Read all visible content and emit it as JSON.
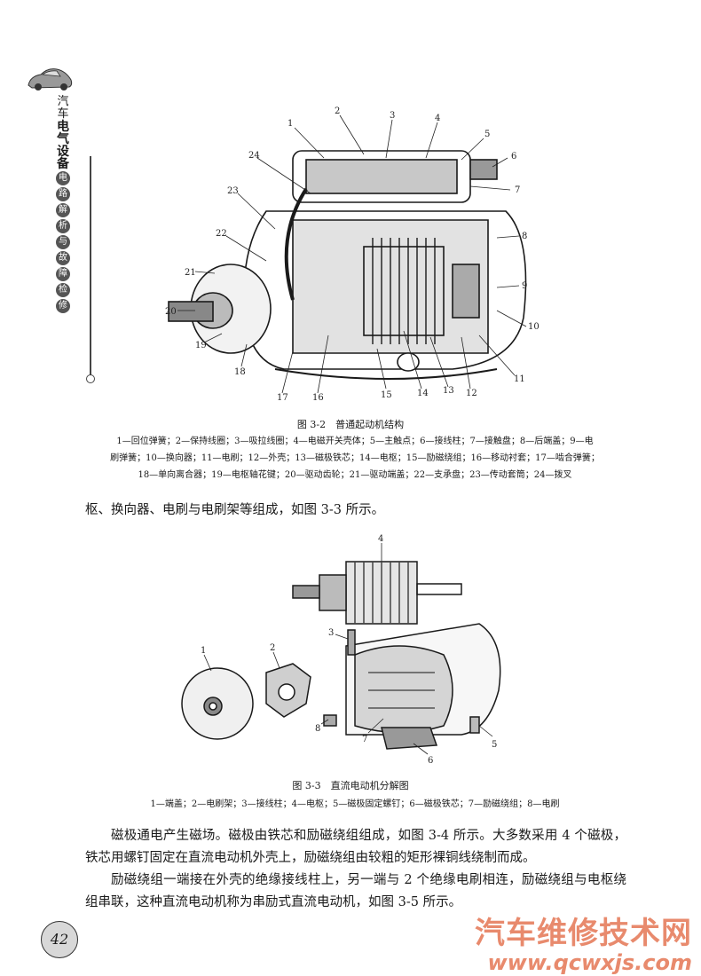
{
  "sidebar": {
    "title_chars": [
      "汽",
      "车",
      "电",
      "气",
      "设",
      "备"
    ],
    "subtitle_chars": [
      "电",
      "路",
      "解",
      "析",
      "与",
      "故",
      "障",
      "检",
      "修"
    ]
  },
  "figure1": {
    "callouts": [
      "1",
      "2",
      "3",
      "4",
      "5",
      "6",
      "7",
      "8",
      "9",
      "10",
      "11",
      "12",
      "13",
      "14",
      "15",
      "16",
      "17",
      "18",
      "19",
      "20",
      "21",
      "22",
      "23",
      "24"
    ],
    "caption": "图 3-2　普通起动机结构",
    "legend_lines": [
      "1—回位弹簧；2—保持线圈；3—吸拉线圈；4—电磁开关壳体；5—主触点；6—接线柱；7—接触盘；8—后端盖；9—电",
      "刷弹簧；10—换向器；11—电刷；12—外壳；13—磁极铁芯；14—电枢；15—励磁绕组；16—移动衬套；17—啮合弹簧；",
      "18—单向离合器；19—电枢轴花键；20—驱动齿轮；21—驱动端盖；22—支承盘；23—传动套筒；24—拨叉"
    ]
  },
  "text1": "枢、换向器、电刷与电刷架等组成，如图 3-3 所示。",
  "figure2": {
    "callouts": [
      "1",
      "2",
      "3",
      "4",
      "5",
      "6",
      "7",
      "8"
    ],
    "caption": "图 3-3　直流电动机分解图",
    "legend": "1—端盖；2—电刷架；3—接线柱；4—电枢；5—磁极固定螺钉；6—磁极铁芯；7—励磁绕组；8—电刷"
  },
  "paragraphs": [
    "磁极通电产生磁场。磁极由铁芯和励磁绕组组成，如图 3-4 所示。大多数采用 4 个磁极，铁芯用螺钉固定在直流电动机外壳上，励磁绕组由较粗的矩形裸铜线绕制而成。",
    "励磁绕组一端接在外壳的绝缘接线柱上，另一端与 2 个绝缘电刷相连，励磁绕组与电枢绕组串联，这种直流电动机称为串励式直流电动机，如图 3-5 所示。"
  ],
  "page_number": "42",
  "watermark": {
    "line1": "汽车维修技术网",
    "line2": "www.qcwxjs.com"
  }
}
